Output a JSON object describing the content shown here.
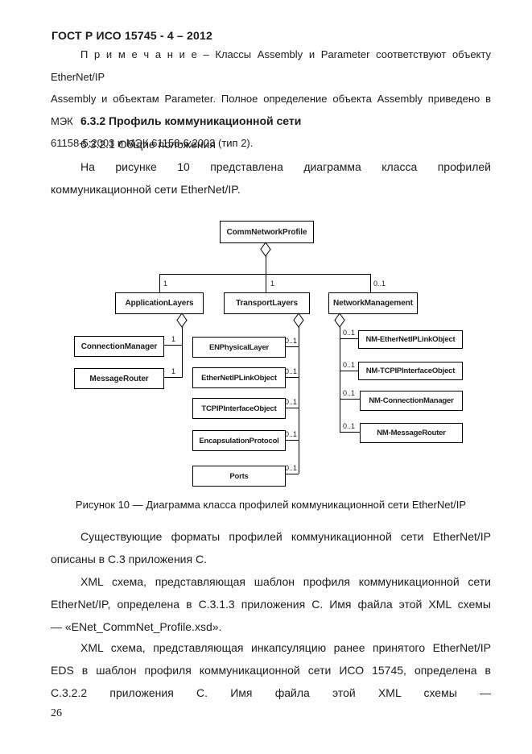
{
  "header": {
    "title": "ГОСТ Р ИСО 15745 - 4 – 2012"
  },
  "note": {
    "lines": [
      "П р и м е ч а н и е  –  Классы Assembly и Parameter соответствуют объекту EtherNet/IP",
      "Assembly и объектам Parameter. Полное определение объекта Assembly приведено в МЭК",
      "61158-5:2003 и МЭК 61158-6:2003 (тип 2)."
    ]
  },
  "headings": {
    "h632": "6.3.2  Профиль коммуникационной сети",
    "h6321": "6.3.2.1  Общие положения"
  },
  "paragraphs": {
    "p1": {
      "lines": [
        "На рисунке 10 представлена диаграмма класса профилей",
        "коммуникационной сети EtherNet/IP."
      ]
    },
    "p2": {
      "lines": [
        "Существующие форматы профилей коммуникационной сети EtherNet/IP",
        "описаны в С.3 приложения С."
      ]
    },
    "p3": {
      "lines": [
        "XML схема, представляющая шаблон профиля коммуникационной сети",
        "EtherNet/IP, определена в С.3.1.3 приложения С. Имя файла этой XML схемы",
        "— «ENet_CommNet_Profile.xsd»."
      ]
    },
    "p4": {
      "lines": [
        "XML схема, представляющая инкапсуляцию ранее принятого EtherNet/IP",
        "EDS в шаблон профиля коммуникационной сети ИСО 15745, определена в",
        "С.3.2.2 приложения С. Имя файла этой XML схемы —"
      ]
    }
  },
  "figure": {
    "caption": "Рисунок 10 — Диаграмма класса профилей коммуникационной сети EtherNet/IP",
    "classes": {
      "comm": "CommNetworkProfile",
      "app": "ApplicationLayers",
      "transport": "TransportLayers",
      "network": "NetworkManagement",
      "connmgr": "ConnectionManager",
      "msgrouter": "MessageRouter",
      "enphys": "ENPhysicalLayer",
      "elink": "EtherNetIPLinkObject",
      "tcpip": "TCPIPInterfaceObject",
      "encap": "EncapsulationProtocol",
      "ports": "Ports",
      "nm_elink": "NM-EtherNetIPLinkObject",
      "nm_tcpip": "NM-TCPIPInterfaceObject",
      "nm_connmgr": "NM-ConnectionManager",
      "nm_msgrouter": "NM-MessageRouter"
    },
    "mult": {
      "one": "1",
      "zero_one": "0..1"
    }
  },
  "page_number": "26"
}
